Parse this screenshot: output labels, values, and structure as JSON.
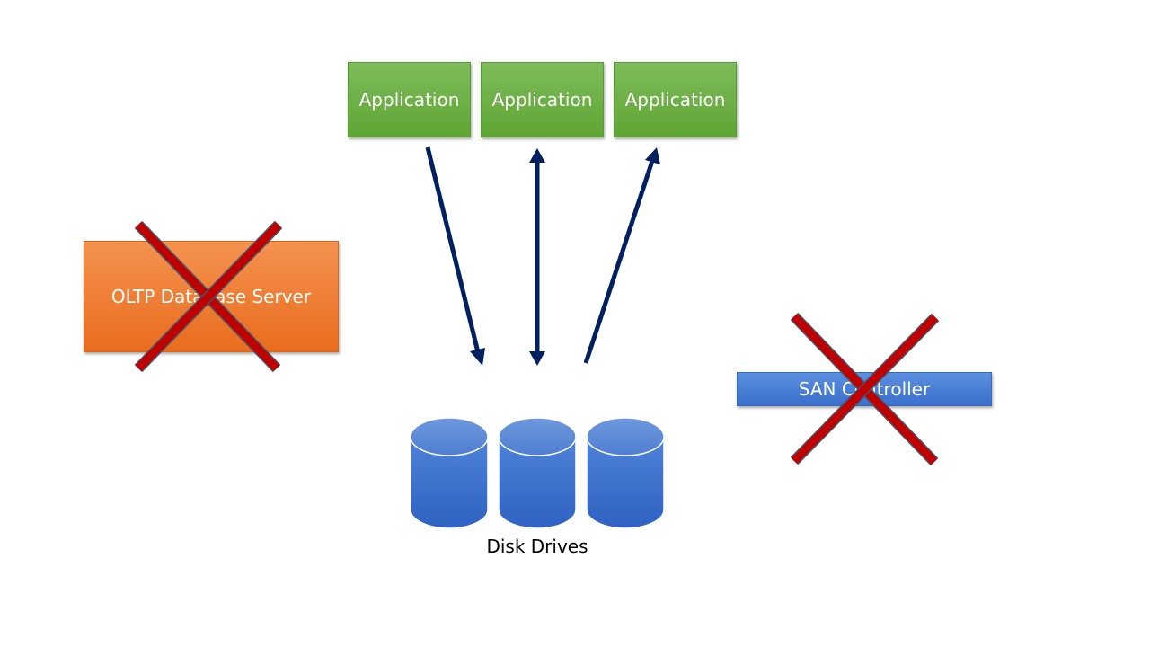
{
  "applications": [
    {
      "label": "Application"
    },
    {
      "label": "Application"
    },
    {
      "label": "Application"
    }
  ],
  "oltp_server": {
    "label": "OLTP Database Server",
    "status": "crossed-out"
  },
  "san_controller": {
    "label": "SAN Controller",
    "status": "crossed-out"
  },
  "disk_drives": {
    "label": "Disk Drives",
    "count": 3
  },
  "arrows": [
    {
      "from": "application-1",
      "to": "disk-drives",
      "direction": "to-disks"
    },
    {
      "from": "application-2",
      "to": "disk-drives",
      "direction": "bidirectional"
    },
    {
      "from": "disk-drives",
      "to": "application-3",
      "direction": "to-application"
    }
  ],
  "colors": {
    "application": "#70ad47",
    "oltp_server": "#ed7d31",
    "san_controller": "#4472c4",
    "disk": "#3a6fcc",
    "arrow": "#002060",
    "cross": "#c00000"
  },
  "icons": {
    "cross": "x-mark-icon",
    "disk": "cylinder-icon",
    "arrow": "arrow-icon"
  }
}
